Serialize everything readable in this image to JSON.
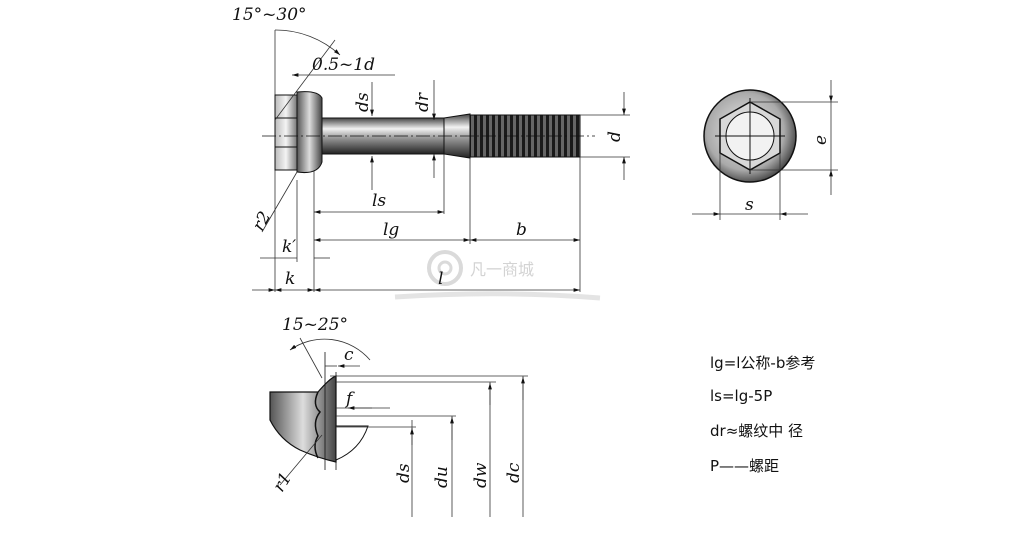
{
  "side_view": {
    "angle_top": "15°~30°",
    "head_offset": "0.5~1d",
    "ds": "ds",
    "dr": "dr",
    "d": "d",
    "r2": "r2",
    "k_prime": "k′",
    "k": "k",
    "ls": "ls",
    "lg": "lg",
    "b": "b",
    "l": "l"
  },
  "end_view": {
    "e": "e",
    "s": "s"
  },
  "detail_view": {
    "angle": "15~25°",
    "c": "c",
    "f": "f",
    "r1": "r1",
    "ds": "ds",
    "du": "du",
    "dw": "dw",
    "dc": "dc"
  },
  "notes": [
    "lg=l公称-b参考",
    "ls=lg-5P",
    "dr≈螺纹中 径",
    "P——螺距"
  ],
  "watermark": "凡一商城"
}
